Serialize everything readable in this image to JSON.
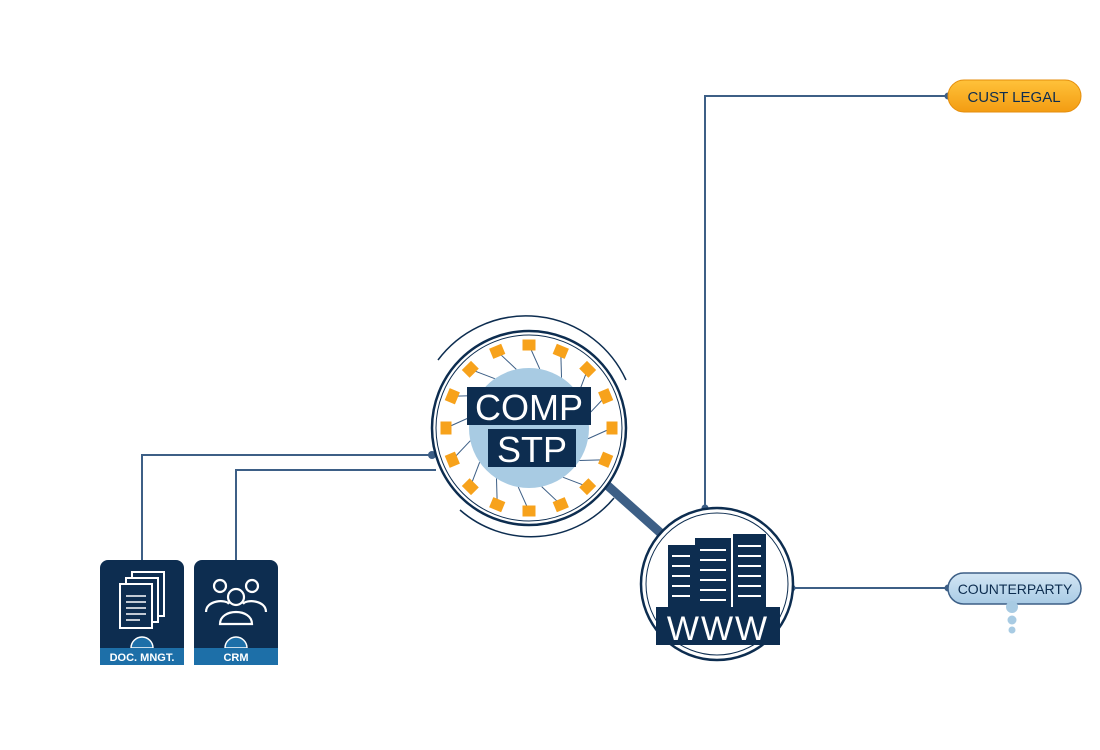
{
  "hub": {
    "line1": "COMP",
    "line2": "STP",
    "node_count": 16
  },
  "web_node": {
    "label": "WWW"
  },
  "nodes": {
    "cust_legal": {
      "label": "CUST LEGAL"
    },
    "counterparty": {
      "label": "COUNTERPARTY"
    },
    "doc_mngt": {
      "label": "DOC. MNGT.",
      "icon": "documents-icon"
    },
    "crm": {
      "label": "CRM",
      "icon": "people-icon"
    }
  },
  "colors": {
    "navy": "#0d2d50",
    "line": "#3d5f86",
    "accent_orange": "#f7a21b",
    "light_blue": "#a8cbe3",
    "tab_blue": "#1d6fa8",
    "pill_blue_fill": "#bcd8ec"
  }
}
